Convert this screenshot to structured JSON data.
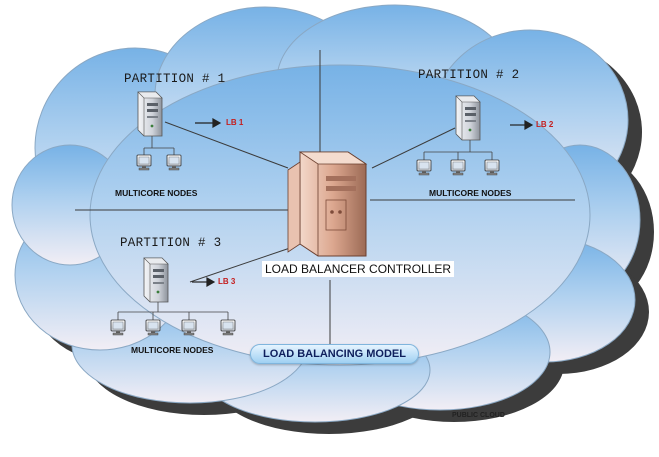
{
  "partitions": [
    {
      "title": "PARTITION # 1",
      "lb": "LB 1",
      "nodes_label": "MULTICORE NODES"
    },
    {
      "title": "PARTITION # 2",
      "lb": "LB 2",
      "nodes_label": "MULTICORE NODES"
    },
    {
      "title": "PARTITION # 3",
      "lb": "LB 3",
      "nodes_label": "MULTICORE NODES"
    }
  ],
  "controller_label": "LOAD BALANCER CONTROLLER",
  "model_label": "LOAD BALANCING MODEL",
  "cloud_label": "PUBLIC CLOUD",
  "colors": {
    "cloud_top": "#7fb9e8",
    "cloud_bottom": "#eef0f7",
    "cloud_shadow": "#3a3a3a",
    "lb_text": "#c41e1e",
    "controller": "#d9a78f"
  },
  "icons": [
    "server-icon",
    "computer-icon",
    "controller-server-icon",
    "arrow-icon"
  ]
}
